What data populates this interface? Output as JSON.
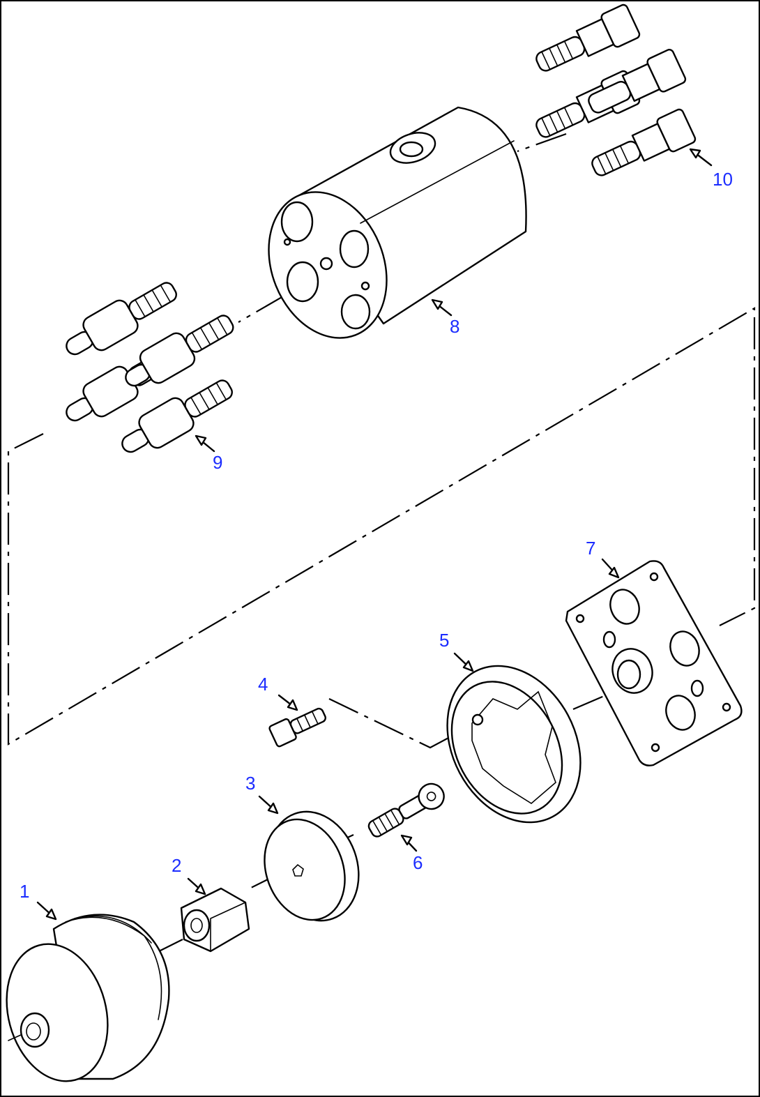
{
  "diagram": {
    "callouts": [
      {
        "id": "1",
        "label": "1"
      },
      {
        "id": "2",
        "label": "2"
      },
      {
        "id": "3",
        "label": "3"
      },
      {
        "id": "4",
        "label": "4"
      },
      {
        "id": "5",
        "label": "5"
      },
      {
        "id": "6",
        "label": "6"
      },
      {
        "id": "7",
        "label": "7"
      },
      {
        "id": "8",
        "label": "8"
      },
      {
        "id": "9",
        "label": "9"
      },
      {
        "id": "10",
        "label": "10"
      }
    ],
    "colors": {
      "callout_text": "#1b2cff",
      "line_art": "#000000",
      "background": "#ffffff"
    }
  }
}
